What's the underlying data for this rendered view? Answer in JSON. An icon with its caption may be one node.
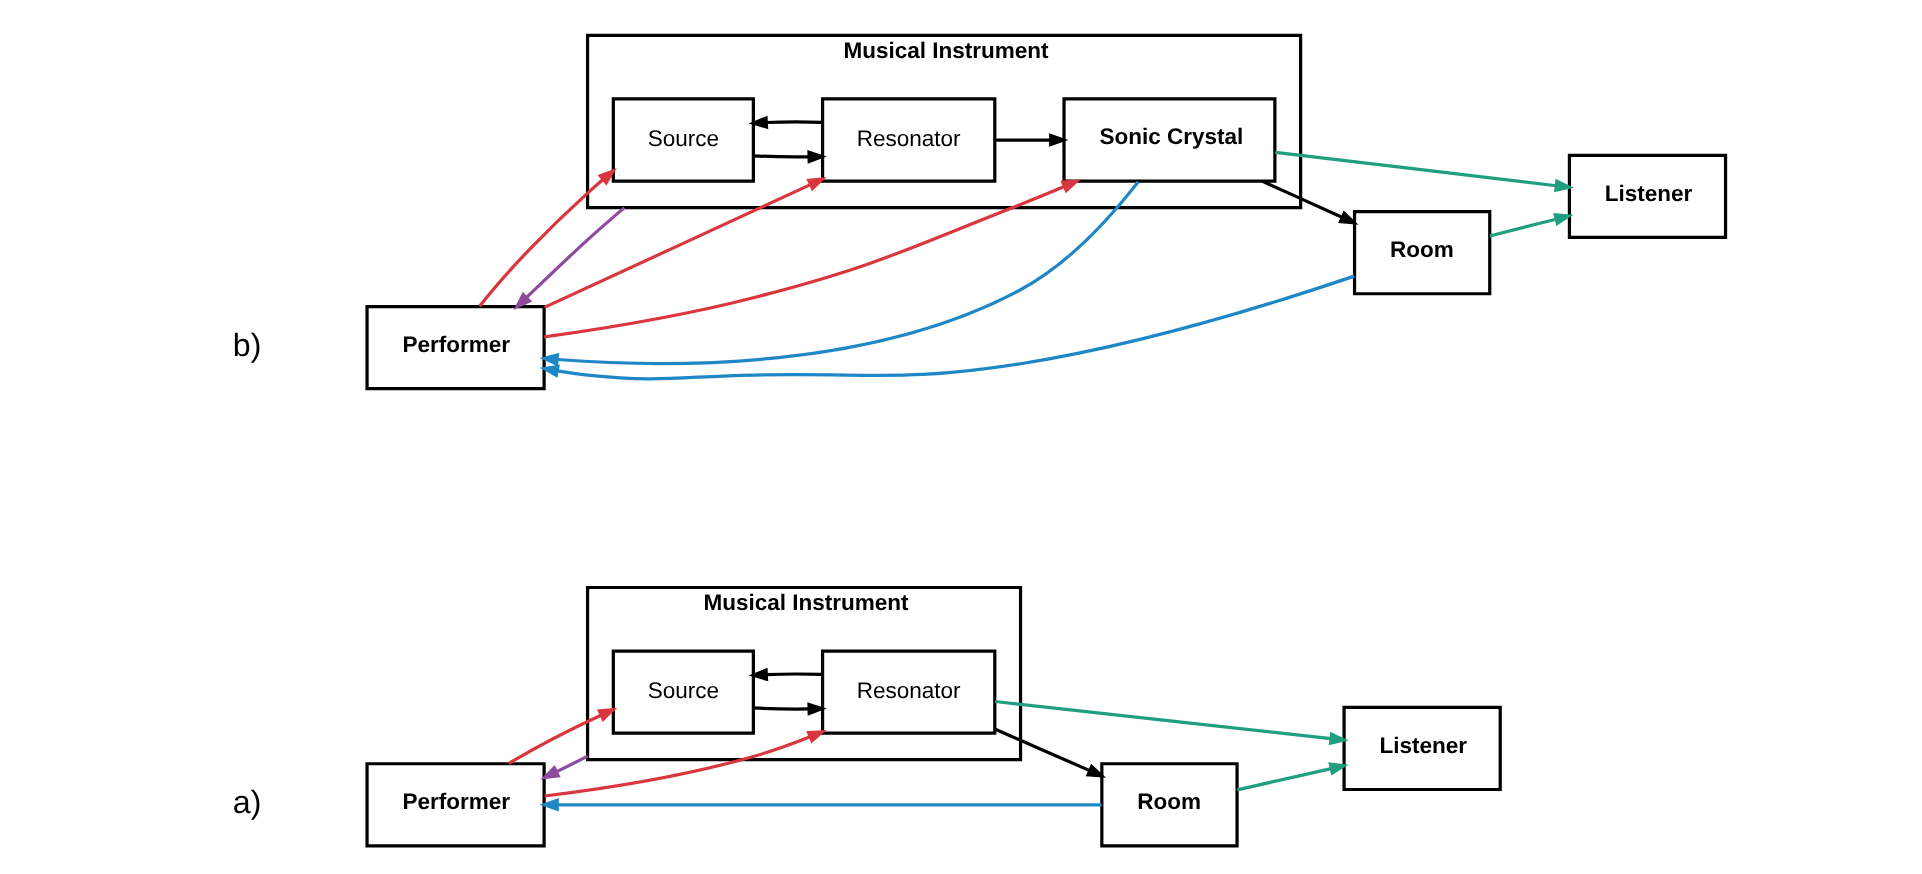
{
  "diagram": {
    "nodes": [
      {
        "text": [
          "Performer"
        ]
      },
      {
        "text": [
          "Musical Instrument"
        ]
      },
      {
        "text": [
          "Source"
        ],
        "in": 1
      },
      {
        "text": [
          "Resonator"
        ],
        "in": 1
      },
      {
        "text": [
          "Room"
        ]
      },
      {
        "text": [
          "Listener"
        ]
      },
      {
        "text": [
          "Performer"
        ]
      },
      {
        "text": [
          "Musical Instrument"
        ]
      },
      {
        "text": [
          "Source"
        ],
        "in": 7
      },
      {
        "text": [
          "Resonator"
        ],
        "in": 7
      },
      {
        "text": [
          "Sonic Crystal"
        ],
        "in": 7
      },
      {
        "text": [
          "Room"
        ]
      },
      {
        "text": [
          "Listener"
        ]
      }
    ],
    "edges": [
      {
        "from": 1,
        "to": 0,
        "arrow": "to",
        "color": "#8e4a9e"
      },
      {
        "from": 0,
        "to": 2,
        "arrow": "to",
        "color": "#d9363e"
      },
      {
        "from": 0,
        "to": 3,
        "arrow": "to",
        "color": "#d9363e"
      },
      {
        "from": 2,
        "to": 3,
        "arrow": "to"
      },
      {
        "from": 3,
        "to": 2,
        "arrow": "to"
      },
      {
        "from": 3,
        "to": 4,
        "arrow": "to"
      },
      {
        "from": 3,
        "to": 5,
        "arrow": "to",
        "color": "#1f9e80"
      },
      {
        "from": 4,
        "to": 5,
        "arrow": "to",
        "color": "#1f9e80"
      },
      {
        "from": 4,
        "to": 0,
        "arrow": "to",
        "color": "#1f87c6"
      },
      {
        "from": 7,
        "to": 6,
        "arrow": "to",
        "color": "#8e4a9e"
      },
      {
        "from": 6,
        "to": 8,
        "arrow": "to",
        "color": "#d9363e"
      },
      {
        "from": 6,
        "to": 9,
        "arrow": "to",
        "color": "#d9363e"
      },
      {
        "from": 6,
        "to": 10,
        "arrow": "to",
        "color": "#d9363e"
      },
      {
        "from": 8,
        "to": 9,
        "arrow": "to"
      },
      {
        "from": 9,
        "to": 8,
        "arrow": "to"
      },
      {
        "from": 9,
        "to": 10,
        "arrow": "to"
      },
      {
        "from": 10,
        "to": 11,
        "arrow": "to"
      },
      {
        "from": 10,
        "to": 6,
        "arrow": "to",
        "color": "#1f87c6"
      },
      {
        "from": 11,
        "to": 6,
        "arrow": "to",
        "color": "#1f87c6"
      },
      {
        "from": 11,
        "to": 12,
        "arrow": "to",
        "color": "#1f9e80"
      },
      {
        "from": 10,
        "to": 12,
        "arrow": "to",
        "color": "#1f9e80"
      }
    ],
    "labels": [
      "a)",
      "b)"
    ]
  }
}
